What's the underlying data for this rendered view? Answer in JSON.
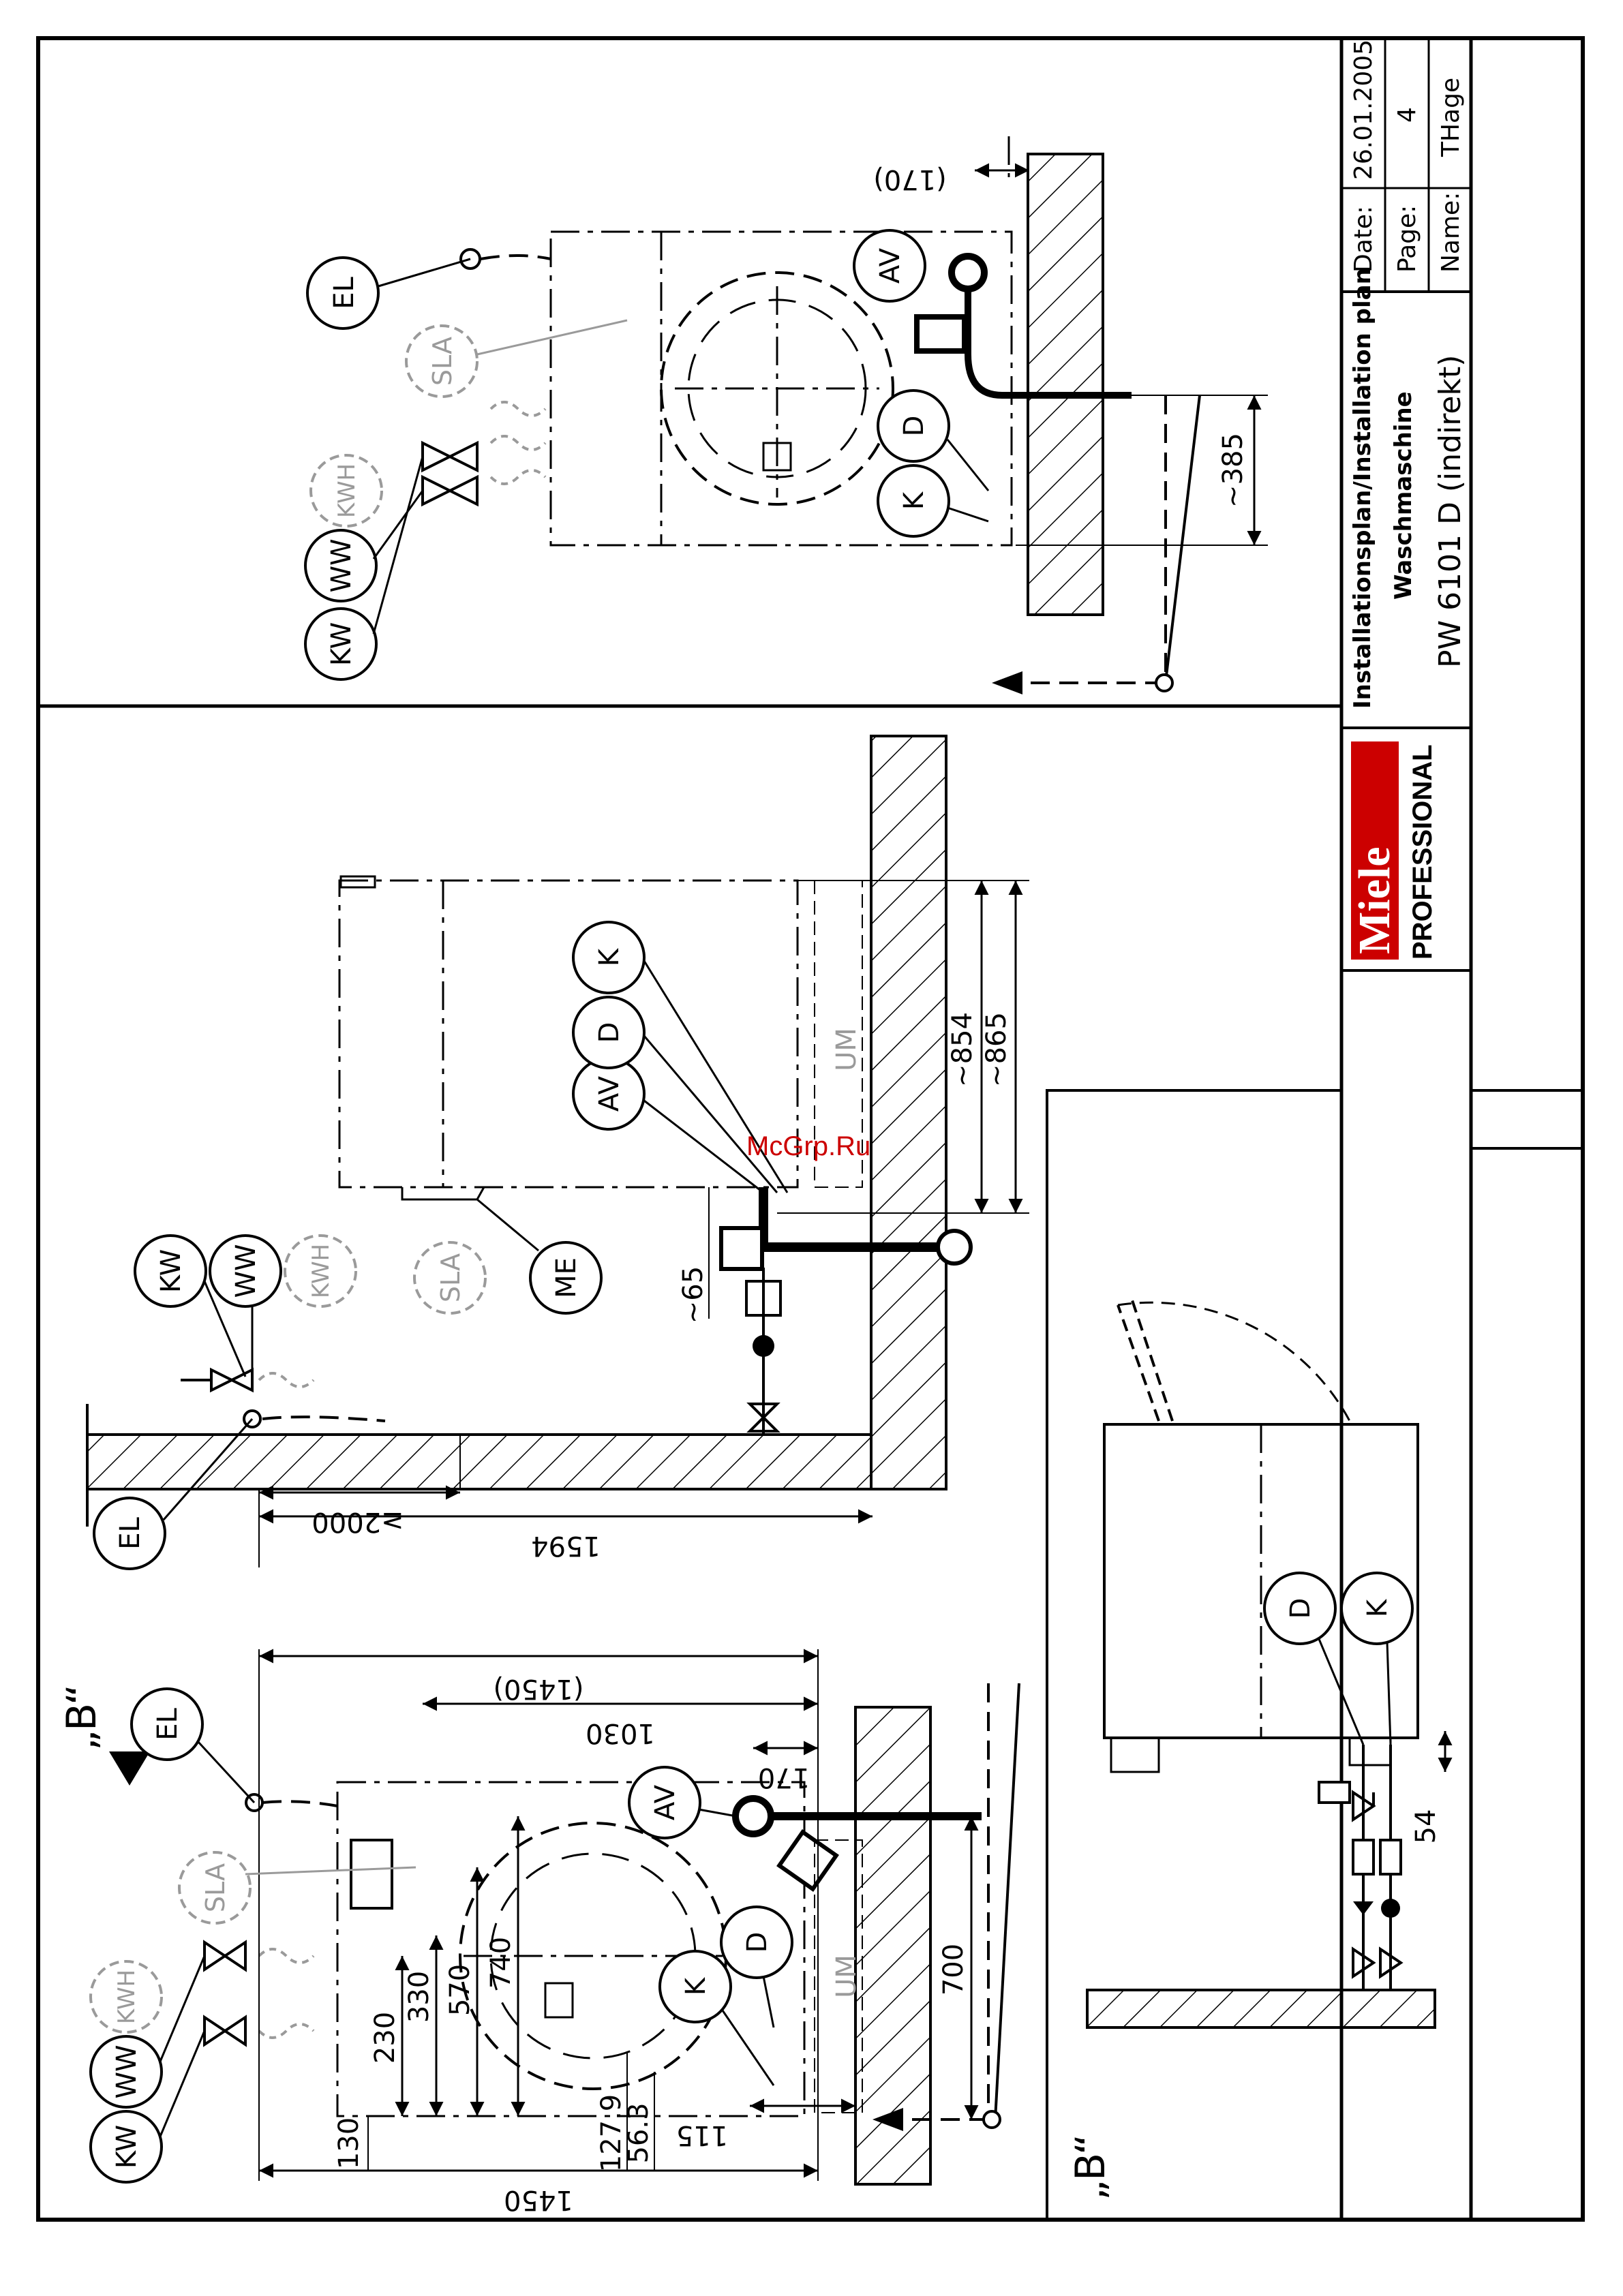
{
  "sheet": {
    "watermark": "McGrp.Ru",
    "view_marker_top": "„B“",
    "view_marker_bottom": "„B“"
  },
  "title_block": {
    "date_label": "Date:",
    "date_value": "26.01.2005",
    "page_label": "Page:",
    "page_value": "4",
    "name_label": "Name:",
    "name_value": "THage",
    "title_line1": "Installationsplan/Installation plan",
    "title_line2": "Waschmaschine",
    "title_line3": "PW 6101 D (indirekt)",
    "logo_text": "Miele",
    "logo_sub": "PROFESSIONAL"
  },
  "callouts": {
    "kw": "KW",
    "ww": "WW",
    "kwh": "KWH",
    "sla": "SLA",
    "el": "EL",
    "av": "AV",
    "d": "D",
    "k": "K",
    "me": "ME",
    "um": "UM"
  },
  "dimensions": {
    "front_1450_bottom": "1450",
    "front_1450_paren": "(1450)",
    "front_1030": "1030",
    "front_170": "170",
    "front_130": "130",
    "front_230": "230",
    "front_330": "330",
    "front_570": "570",
    "front_740": "740",
    "front_127_9": "127.9",
    "front_56_3": "56.3",
    "front_115": "115",
    "front_700": "700",
    "side_1594": "1594",
    "side_2000": "≥2000",
    "side_65": "~65",
    "side_854": "~854",
    "side_865": "~865",
    "top_170": "(170)",
    "top_385": "~385",
    "detail_54": "54"
  }
}
